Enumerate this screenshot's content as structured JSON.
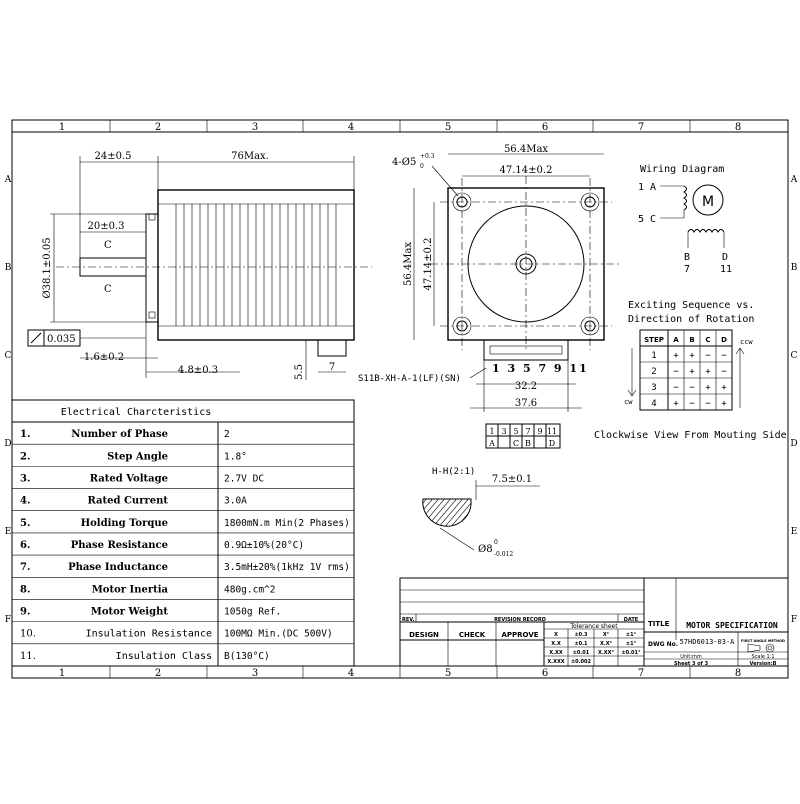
{
  "grid": {
    "columns": [
      "1",
      "2",
      "3",
      "4",
      "5",
      "6",
      "7",
      "8"
    ],
    "rows": [
      "A",
      "B",
      "C",
      "D",
      "E",
      "F"
    ]
  },
  "side_view": {
    "dim_flange": "24±0.5",
    "dim_length": "76Max.",
    "dim_pilot_len": "20±0.3",
    "dim_pilot_dia": "Ø38.1±0.05",
    "datum_c_top": "C",
    "datum_c_bottom": "C",
    "runout_value": "0.035",
    "dim_flange_thk": "1.6±0.2",
    "dim_shaft_offset": "4.8±0.3",
    "dim_55": "5.5",
    "dim_7": "7"
  },
  "front_view": {
    "hole_spec": "4-Ø5",
    "hole_tol_upper": "+0.3",
    "hole_tol_lower": "0",
    "dim_width": "56.4Max",
    "dim_hole_spacing_x": "47.14±0.2",
    "dim_height": "56.4Max",
    "dim_hole_spacing_y": "47.14±0.2",
    "connector_label": "S11B-XH-A-1(LF)(SN)",
    "connector_pins": "1 3 5 7 9 11",
    "dim_32": "32.2",
    "dim_376": "37.6"
  },
  "pin_table": {
    "pins": [
      "1",
      "3",
      "5",
      "7",
      "9",
      "11"
    ],
    "phases": [
      "A",
      "",
      "C",
      "B",
      "",
      "D"
    ]
  },
  "wiring": {
    "title": "Wiring Diagram",
    "motor_symbol": "M",
    "labels": [
      "1 A",
      "5 C",
      "B",
      "7",
      "D",
      "11"
    ]
  },
  "exciting": {
    "title_line1": "Exciting Sequence vs.",
    "title_line2": "Direction of Rotation",
    "headers": [
      "STEP",
      "A",
      "B",
      "C",
      "D"
    ],
    "rows": [
      [
        "1",
        "+",
        "+",
        "−",
        "−"
      ],
      [
        "2",
        "−",
        "+",
        "+",
        "−"
      ],
      [
        "3",
        "−",
        "−",
        "+",
        "+"
      ],
      [
        "4",
        "+",
        "−",
        "−",
        "+"
      ]
    ],
    "ccw": "ccw",
    "cw": "cw"
  },
  "view_note": "Clockwise View From Mouting Side",
  "section": {
    "title": "H-H(2:1)",
    "dim_flat": "7.5±0.1",
    "dim_dia": "Ø8",
    "dia_tol_upper": "0",
    "dia_tol_lower": "-0.012"
  },
  "electrical": {
    "title": "Electrical Charcteristics",
    "rows": [
      {
        "no": "1.",
        "name": "Number of Phase",
        "value": "2"
      },
      {
        "no": "2.",
        "name": "Step Angle",
        "value": "1.8°"
      },
      {
        "no": "3.",
        "name": "Rated Voltage",
        "value": "2.7V DC"
      },
      {
        "no": "4.",
        "name": "Rated Current",
        "value": "3.0A"
      },
      {
        "no": "5.",
        "name": "Holding Torque",
        "value": "1800mN.m Min(2 Phases)"
      },
      {
        "no": "6.",
        "name": "Phase Resistance",
        "value": "0.9Ω±10%(20°C)"
      },
      {
        "no": "7.",
        "name": "Phase Inductance",
        "value": "3.5mH±20%(1kHz 1V rms)"
      },
      {
        "no": "8.",
        "name": "Motor Inertia",
        "value": "480g.cm^2"
      },
      {
        "no": "9.",
        "name": "Motor Weight",
        "value": "1050g Ref."
      },
      {
        "no": "10.",
        "name": "Insulation Resistance",
        "value": "100MΩ Min.(DC 500V)"
      },
      {
        "no": "11.",
        "name": "Insulation Class",
        "value": "B(130°C)"
      }
    ]
  },
  "title_block": {
    "rev": "REV.",
    "revision_record": "REVISION RECORD",
    "date": "DATE",
    "design": "DESIGN",
    "check": "CHECK",
    "approve": "APPROVE",
    "tolerance_sheet": "Tolerance sheet",
    "tol": [
      [
        "X",
        "±0.3",
        "X°",
        "±1°"
      ],
      [
        "X.X",
        "±0.1",
        "X.X°",
        "±1°"
      ],
      [
        "X.XX",
        "±0.01",
        "X.XX°",
        "±0.01°"
      ],
      [
        "X.XXX",
        "±0.002",
        "",
        ""
      ]
    ],
    "title_label": "TITLE",
    "title_value": "MOTOR SPECIFICATION",
    "dwg_label": "DWG No.",
    "dwg_value": "57HD6013-03-A",
    "angle_method": "FIRST ANGLE METHOD",
    "unit": "Unit:mm",
    "scale": "Scale 1:1",
    "sheet": "Sheet 3 of 3",
    "version": "Version:B"
  }
}
